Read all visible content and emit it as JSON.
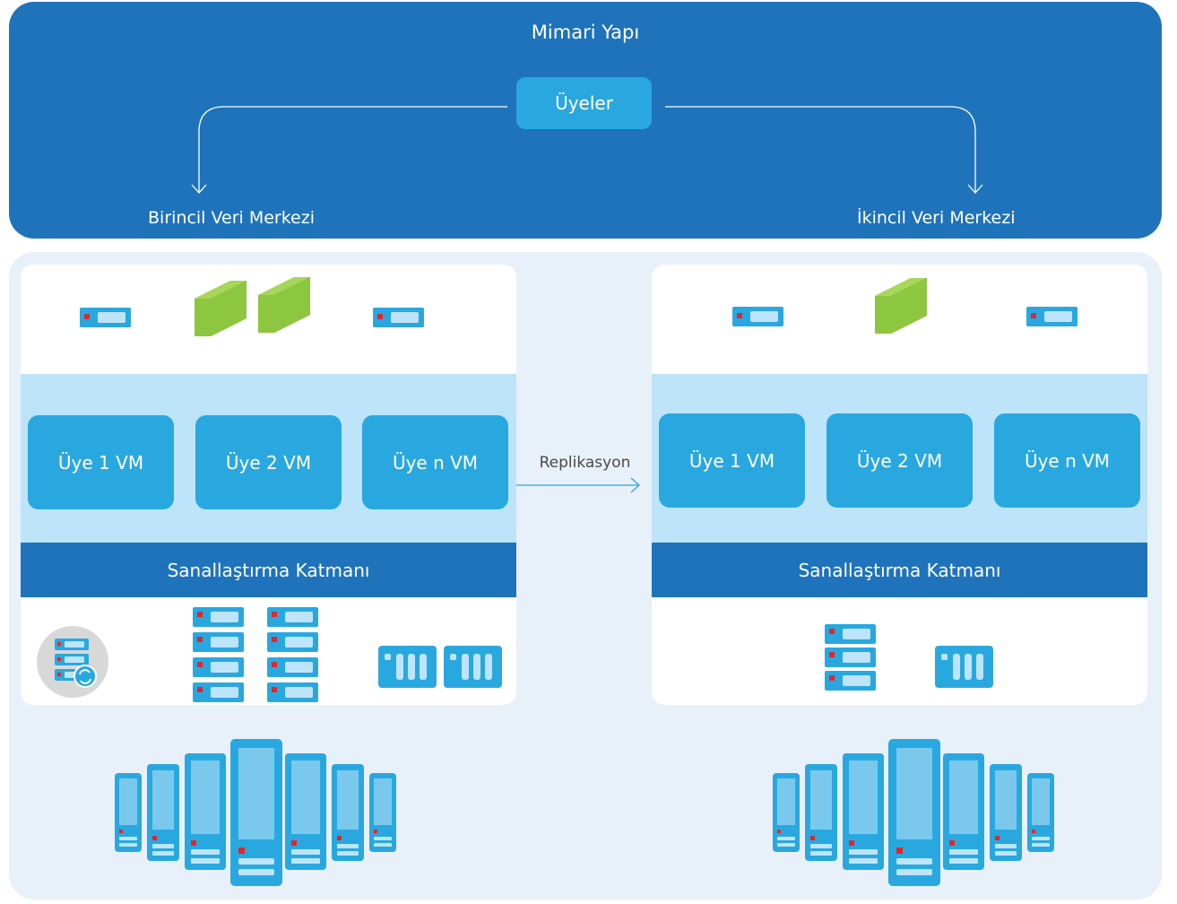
{
  "header": {
    "title": "Mimari Yapı",
    "members": "Üyeler",
    "primary_dc": "Birincil Veri Merkezi",
    "secondary_dc": "İkincil Veri Merkezi"
  },
  "replication_label": "Replikasyon",
  "primary": {
    "vms": [
      "Üye 1 VM",
      "Üye 2 VM",
      "Üye n VM"
    ],
    "virtualization_layer": "Sanallaştırma Katmanı"
  },
  "secondary": {
    "vms": [
      "Üye 1 VM",
      "Üye 2 VM",
      "Üye n VM"
    ],
    "virtualization_layer": "Sanallaştırma Katmanı"
  },
  "colors": {
    "dark_blue": "#1e73bb",
    "light_blue": "#29a8e0",
    "pale_blue": "#bde4f8",
    "green": "#8dc63f",
    "red": "#e3262c",
    "grey": "#d8d8d8"
  },
  "icons": [
    "network-switch-icon",
    "firewall-icon",
    "server-rack-icon",
    "storage-array-icon",
    "backup-server-icon",
    "datacenter-servers-icon",
    "arrow-icon"
  ]
}
